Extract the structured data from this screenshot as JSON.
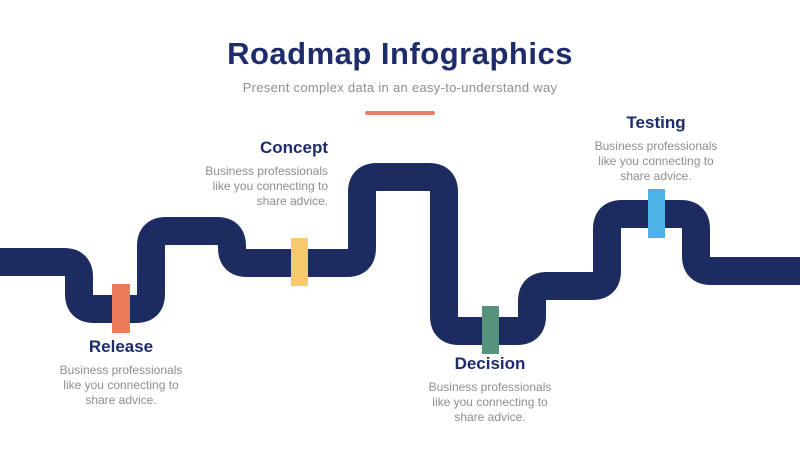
{
  "slide": {
    "title": "Roadmap Infographics",
    "subtitle": "Present complex data in an easy-to-understand way"
  },
  "accent": {
    "underline_color": "#e2825f"
  },
  "road": {
    "color": "#1c2b60"
  },
  "text_colors": {
    "heading": "#1e2c6b",
    "body": "#8e8e8e"
  },
  "milestones": [
    {
      "id": "release",
      "label": "Release",
      "description": "Business professionals like you connecting to share advice.",
      "marker_color": "#ec7b5b"
    },
    {
      "id": "concept",
      "label": "Concept",
      "description": "Business professionals like you connecting to share advice.",
      "marker_color": "#f6c96d"
    },
    {
      "id": "decision",
      "label": "Decision",
      "description": "Business professionals like you connecting to share advice.",
      "marker_color": "#55937c"
    },
    {
      "id": "testing",
      "label": "Testing",
      "description": "Business professionals like you connecting to share advice.",
      "marker_color": "#4db3e6"
    }
  ]
}
